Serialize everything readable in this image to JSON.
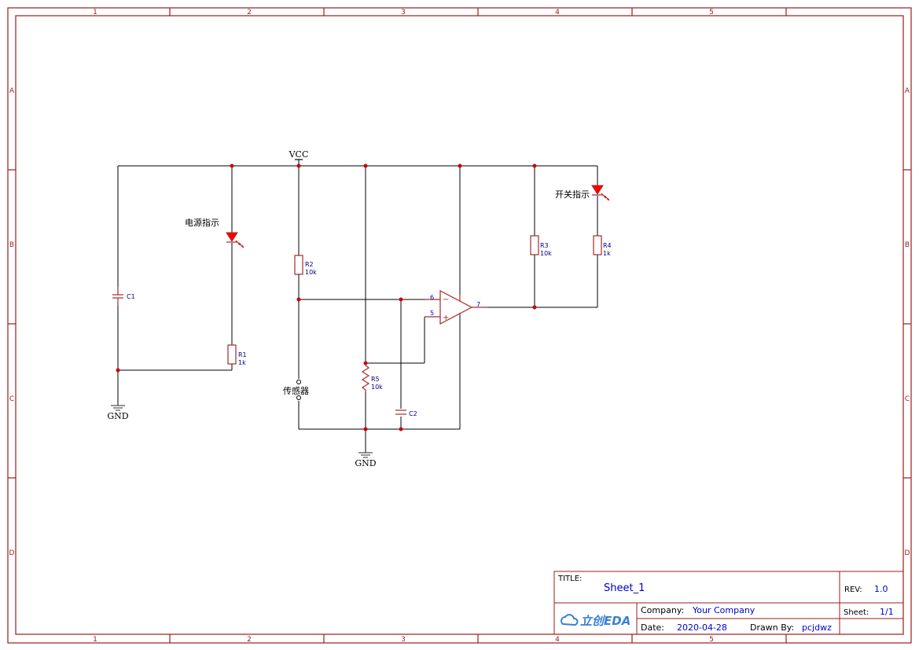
{
  "sheet": {
    "columns": [
      "1",
      "2",
      "3",
      "4",
      "5"
    ],
    "rows": [
      "A",
      "B",
      "C",
      "D"
    ]
  },
  "nets": {
    "vcc": "VCC",
    "gnd_left": "GND",
    "gnd_center": "GND"
  },
  "components": {
    "led_power_label": "电源指示",
    "led_switch_label": "开关指示",
    "sensor_label": "传感器",
    "c1": "C1",
    "c2": "C2",
    "r1_ref": "R1",
    "r1_val": "1k",
    "r2_ref": "R2",
    "r2_val": "10k",
    "r3_ref": "R3",
    "r3_val": "10k",
    "r4_ref": "R4",
    "r4_val": "1k",
    "r5_ref": "R5",
    "r5_val": "10k",
    "opamp_pin_inv": "6",
    "opamp_pin_noninv": "5",
    "opamp_pin_out": "7",
    "opamp_minus": "−",
    "opamp_plus": "+"
  },
  "title_block": {
    "title_label": "TITLE:",
    "title_value": "Sheet_1",
    "rev_label": "REV:",
    "rev_value": "1.0",
    "logo_text": "立创EDA",
    "company_label": "Company:",
    "company_value": "Your Company",
    "sheet_label": "Sheet:",
    "sheet_value": "1/1",
    "date_label": "Date:",
    "date_value": "2020-04-28",
    "drawn_label": "Drawn By:",
    "drawn_value": "pcjdwz"
  },
  "colors": {
    "frame": "#9b1c1c",
    "wire": "#000000",
    "component": "#a52a2a",
    "junction": "#cc0000",
    "led_fill": "#ff0000",
    "pin_number": "#0000cc",
    "ref_text": "#000080",
    "title_value": "#0000cc"
  }
}
